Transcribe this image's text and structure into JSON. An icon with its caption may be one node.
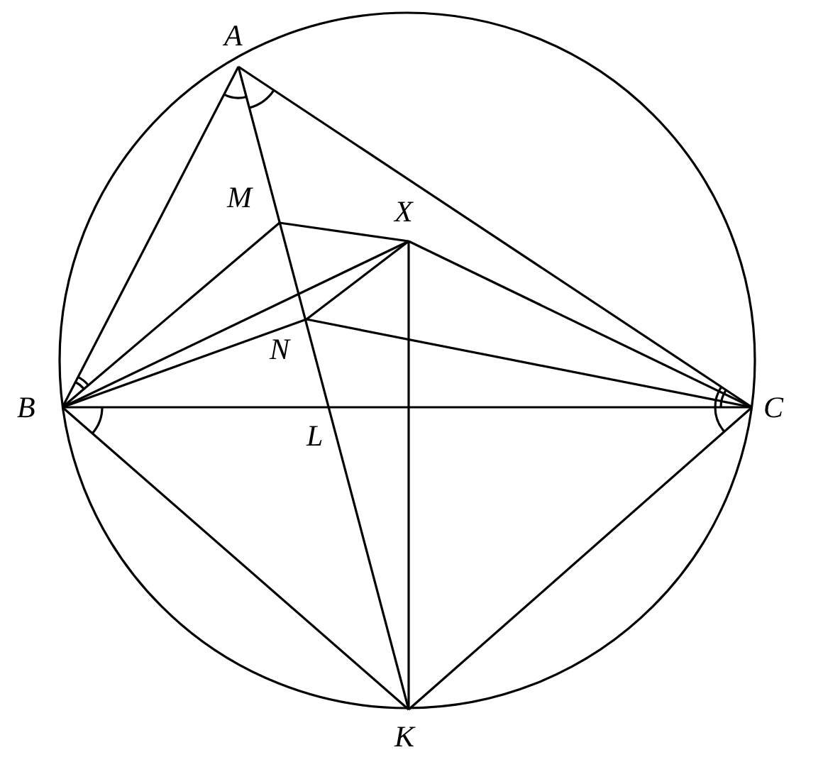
{
  "diagram": {
    "labels": [
      "A",
      "M",
      "X",
      "N",
      "B",
      "L",
      "C",
      "K"
    ]
  }
}
